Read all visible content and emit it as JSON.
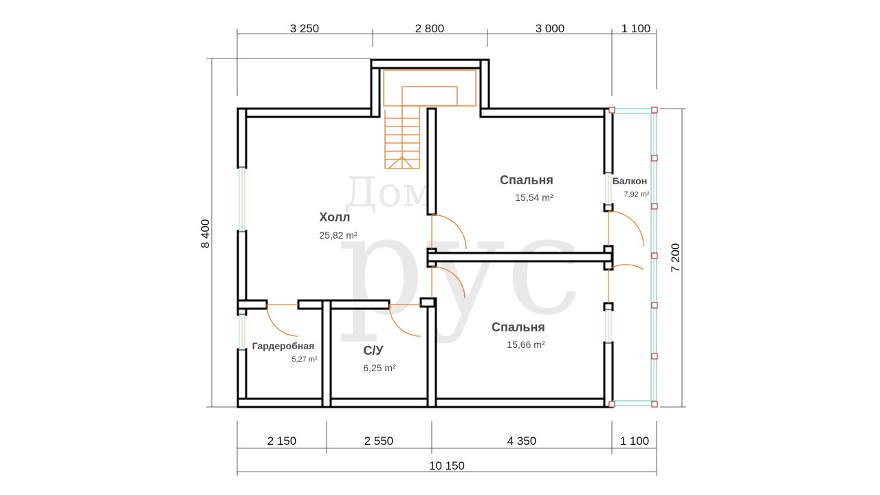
{
  "dimensions": {
    "top": [
      "3 250",
      "2 800",
      "3 000",
      "1 100"
    ],
    "bottom": [
      "2 150",
      "2 550",
      "4 350",
      "1 100"
    ],
    "total_bottom": "10 150",
    "left": "8 400",
    "right": "7 200"
  },
  "rooms": {
    "hall": {
      "name": "Холл",
      "area": "25,82 m²"
    },
    "bedroom_top": {
      "name": "Спальня",
      "area": "15,54 m²"
    },
    "bedroom_bottom": {
      "name": "Спальня",
      "area": "15,66 m²"
    },
    "balcony": {
      "name": "Балкон",
      "area": "7,92 m²"
    },
    "wardrobe": {
      "name": "Гардеробная",
      "area": "5,27 m²"
    },
    "bathroom": {
      "name": "С/У",
      "area": "6,25 m²"
    }
  },
  "watermark": "Дом рус",
  "colors": {
    "wall": "#000000",
    "stairs_doors": "#f07a20",
    "window_glass": "#b0e0e4",
    "balcony_posts": "#d23030"
  }
}
